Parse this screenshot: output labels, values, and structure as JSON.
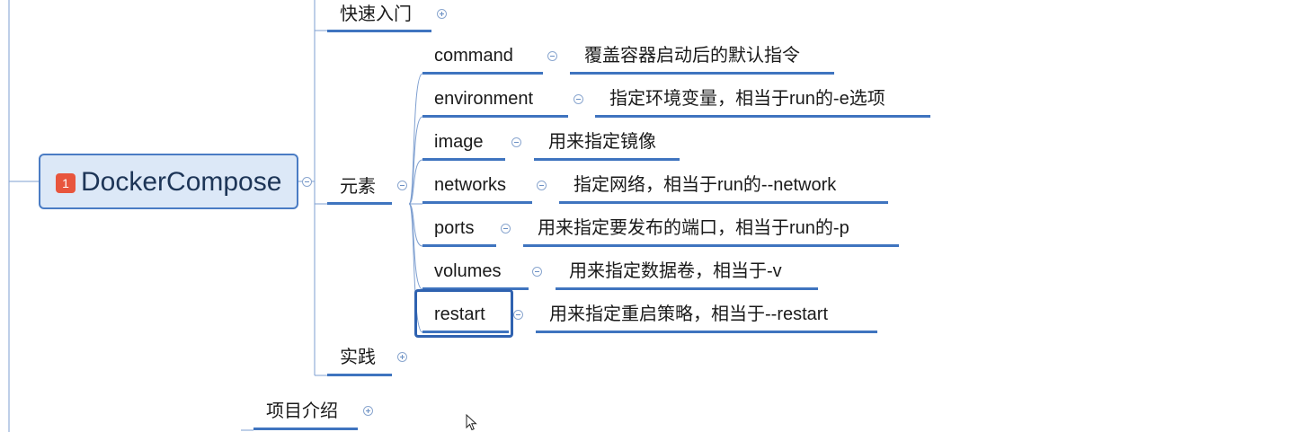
{
  "root": {
    "badge": "1",
    "label": "DockerCompose"
  },
  "branches": {
    "quickstart": "快速入门",
    "elements": "元素",
    "practice": "实践",
    "project": "项目介绍"
  },
  "elements": [
    {
      "key": "command",
      "desc": "覆盖容器启动后的默认指令"
    },
    {
      "key": "environment",
      "desc": "指定环境变量，相当于run的-e选项"
    },
    {
      "key": "image",
      "desc": "用来指定镜像"
    },
    {
      "key": "networks",
      "desc": "指定网络，相当于run的--network"
    },
    {
      "key": "ports",
      "desc": "用来指定要发布的端口，相当于run的-p"
    },
    {
      "key": "volumes",
      "desc": "用来指定数据卷，相当于-v"
    },
    {
      "key": "restart",
      "desc": "用来指定重启策略，相当于--restart"
    }
  ],
  "colors": {
    "line": "#3f74bf",
    "connector": "#7e9fd0",
    "root_fill": "#dce8f7",
    "badge": "#e8553d"
  },
  "icons": {
    "collapse": "minus-circle-icon",
    "expand": "plus-circle-icon",
    "cursor": "mouse-pointer-icon"
  }
}
